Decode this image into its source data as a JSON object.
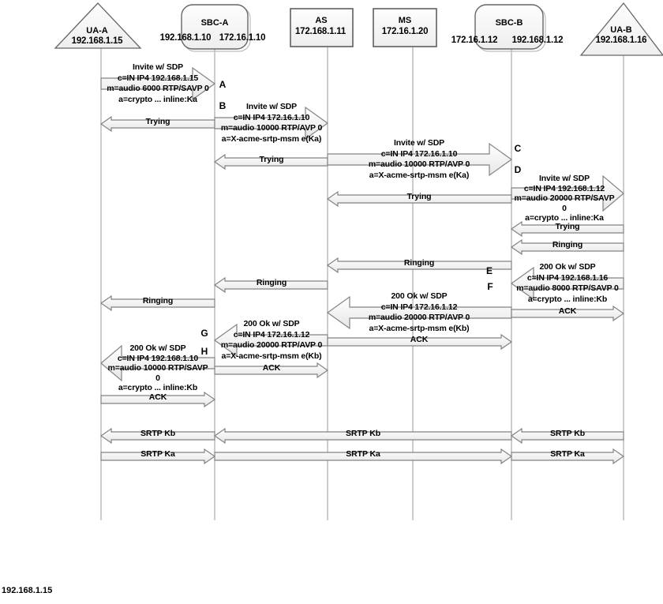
{
  "nodes": {
    "ua_a": {
      "label": "UA-A",
      "ip": "192.168.1.15"
    },
    "sbc_a": {
      "label": "SBC-A",
      "ip_left": "192.168.1.10",
      "ip_right": "172.16.1.10"
    },
    "as": {
      "label": "AS",
      "ip": "172.168.1.11"
    },
    "ms": {
      "label": "MS",
      "ip": "172.16.1.20"
    },
    "sbc_b": {
      "label": "SBC-B",
      "ip_left": "172.16.1.12",
      "ip_right": "192.168.1.12"
    },
    "ua_b": {
      "label": "UA-B",
      "ip": "192.168.1.16"
    }
  },
  "steps": {
    "a": "A",
    "b": "B",
    "c": "C",
    "d": "D",
    "e": "E",
    "f": "F",
    "g": "G",
    "h": "H"
  },
  "messages": {
    "invite_uaa_sbca": {
      "title": "Invite w/ SDP",
      "line1": "c=IN IP4 192.168.1.15",
      "line2": "m=audio 6000 RTP/SAVP 0",
      "line3": "a=crypto ... inline:Ka"
    },
    "invite_sbca_as": {
      "title": "Invite w/ SDP",
      "line1": "c=IN IP4 172.16.1.10",
      "line2": "m=audio 10000 RTP/AVP 0",
      "line3": "a=X-acme-srtp-msm e(Ka)"
    },
    "invite_as_sbcb": {
      "title": "Invite w/ SDP",
      "line1": "c=IN IP4 172.16.1.10",
      "line2": "m=audio 10000 RTP/AVP 0",
      "line3": "a=X-acme-srtp-msm e(Ka)"
    },
    "invite_sbcb_uab": {
      "title": "Invite w/ SDP",
      "line1": "c=IN IP4 192.168.1.12",
      "line2": "m=audio 20000 RTP/SAVP",
      "line2b": "0",
      "line3": "a=crypto ... inline:Ka"
    },
    "ok_uab_sbcb": {
      "title": "200 Ok w/ SDP",
      "line1": "c=IN IP4 192.168.1.16",
      "line2": "m=audio 8000 RTP/SAVP 0",
      "line3": "a=crypto ... inline:Kb"
    },
    "ok_sbcb_as": {
      "title": "200 Ok w/ SDP",
      "line1": "c=IN IP4 172.16.1.12",
      "line2": "m=audio 20000 RTP/AVP 0",
      "line3": "a=X-acme-srtp-msm e(Kb)"
    },
    "ok_as_sbca": {
      "title": "200 Ok w/ SDP",
      "line1": "c=IN IP4 172.16.1.12",
      "line2": "m=audio 20000 RTP/AVP 0",
      "line3": "a=X-acme-srtp-msm e(Kb)"
    },
    "ok_sbca_uaa": {
      "title": "200 Ok w/ SDP",
      "line1": "c=IN IP4 192.168.1.10",
      "line2": "m=audio 10000 RTP/SAVP",
      "line2b": "0",
      "line3": "a=crypto ... inline:Kb"
    },
    "trying": "Trying",
    "ringing": "Ringing",
    "ack": "ACK",
    "srtp_kb": "SRTP Kb",
    "srtp_ka": "SRTP Ka"
  },
  "footer_note": "192.168.1.15",
  "colors": {
    "arrow_stroke": "#828282",
    "lifeline": "#9a9a9a",
    "shape_stroke": "#666666"
  }
}
